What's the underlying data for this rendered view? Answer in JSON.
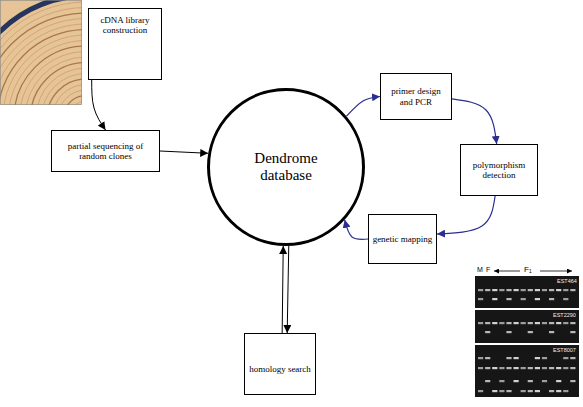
{
  "diagram": {
    "nodes": [
      {
        "text": [
          "cDNA library construction"
        ]
      },
      {
        "text": [
          "partial sequencing of random clones"
        ]
      },
      {
        "text": [
          "Dendrome database"
        ]
      },
      {
        "text": [
          "primer design and PCR"
        ]
      },
      {
        "text": [
          "polymorphism detection"
        ]
      },
      {
        "text": [
          "genetic mapping"
        ]
      },
      {
        "text": [
          "homology search"
        ]
      }
    ],
    "edges": [
      {
        "from": 0,
        "to": 1,
        "arrow": "to"
      },
      {
        "from": 1,
        "to": 2,
        "arrow": "to"
      },
      {
        "from": 2,
        "to": 3,
        "arrow": "to"
      },
      {
        "from": 3,
        "to": 4,
        "arrow": "to"
      },
      {
        "from": 4,
        "to": 5,
        "arrow": "to"
      },
      {
        "from": 5,
        "to": 2,
        "arrow": "to"
      },
      {
        "from": 2,
        "to": 6,
        "arrow": "to"
      },
      {
        "from": 6,
        "to": 2,
        "arrow": "to"
      }
    ],
    "labels": [
      "M",
      "F",
      "F₁",
      "EST464",
      "EST2290",
      "EST8007"
    ]
  }
}
